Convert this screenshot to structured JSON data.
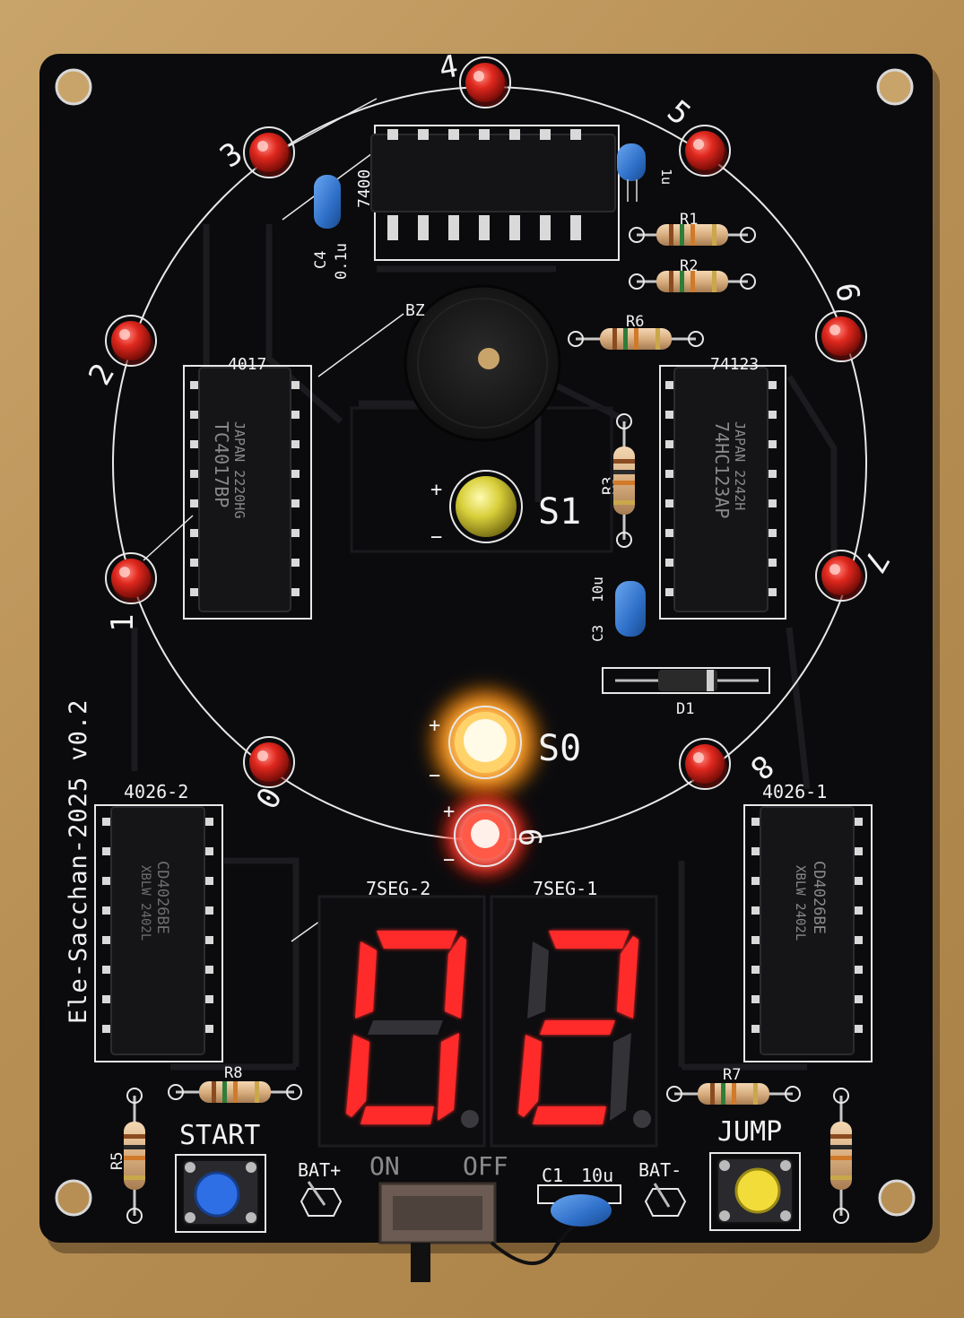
{
  "board": {
    "title": "Ele-Sacchan-2025 v0.2",
    "colors": {
      "pcb": "#0b0b0d",
      "silkscreen": "#f2f2f2",
      "led_red": "#e0281e",
      "led_on": "#ffb020",
      "seg_on": "#ff2a2a",
      "button_start": "#2f6fe6",
      "button_jump": "#f2dc3a",
      "desk": "#b78f55"
    }
  },
  "ring_leds": [
    {
      "label": "0"
    },
    {
      "label": "1"
    },
    {
      "label": "2"
    },
    {
      "label": "3"
    },
    {
      "label": "4"
    },
    {
      "label": "5"
    },
    {
      "label": "6"
    },
    {
      "label": "7"
    },
    {
      "label": "8"
    },
    {
      "label": "9"
    }
  ],
  "ics": {
    "u_7400": {
      "ref": "7400"
    },
    "u_4017": {
      "ref": "4017",
      "marking_1": "JAPAN 2220HG",
      "marking_2": "TC4017BP"
    },
    "u_74123": {
      "ref": "74123",
      "marking_1": "JAPAN 2242H",
      "marking_2": "74HC123AP"
    },
    "u_4026_2": {
      "ref": "4026-2",
      "marking_1": "CD4026BE",
      "marking_2": "XBLW 2402L"
    },
    "u_4026_1": {
      "ref": "4026-1",
      "marking_1": "CD4026BE",
      "marking_2": "XBLW 2402L"
    }
  },
  "passives": {
    "c4": {
      "ref": "C4",
      "value": "0.1u"
    },
    "c_top": {
      "value": "1u"
    },
    "c3": {
      "ref": "C3",
      "value": "10u"
    },
    "c1": {
      "ref": "C1",
      "value": "10u"
    },
    "r1": "R1",
    "r2": "R2",
    "r3": "R3",
    "r5": "R5",
    "r6": "R6",
    "r7": "R7",
    "r8": "R8",
    "d1": "D1",
    "bz": "BZ"
  },
  "status_leds": {
    "s1": "S1",
    "s0": "S0",
    "s1_on": false,
    "s0_on": true,
    "s0_brightness": 1.0
  },
  "display": {
    "left_label": "7SEG-2",
    "right_label": "7SEG-1",
    "digits": [
      "0",
      "2"
    ]
  },
  "controls": {
    "start_label": "START",
    "jump_label": "JUMP",
    "on_label": "ON",
    "off_label": "OFF",
    "bat_plus": "BAT+",
    "bat_minus": "BAT-"
  },
  "polarity": {
    "plus": "+",
    "minus": "−"
  }
}
